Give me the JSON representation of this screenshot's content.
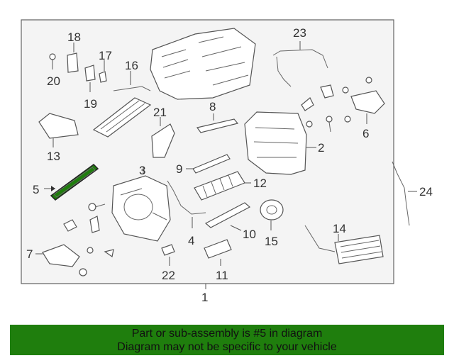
{
  "callouts": {
    "c1": "1",
    "c2": "2",
    "c3": "3",
    "c4": "4",
    "c5": "5",
    "c6": "6",
    "c7": "7",
    "c8": "8",
    "c9": "9",
    "c10": "10",
    "c11": "11",
    "c12": "12",
    "c13": "13",
    "c14": "14",
    "c15": "15",
    "c16": "16",
    "c17": "17",
    "c18": "18",
    "c19": "19",
    "c20": "20",
    "c21": "21",
    "c22": "22",
    "c23": "23",
    "c24": "24"
  },
  "highlight": {
    "part": "5",
    "color": "#1f7e0d"
  },
  "banner": {
    "line1": "Part or sub-assembly is #5 in diagram",
    "line2": "Diagram may not be specific to your vehicle",
    "background": "#1f7e0d"
  }
}
